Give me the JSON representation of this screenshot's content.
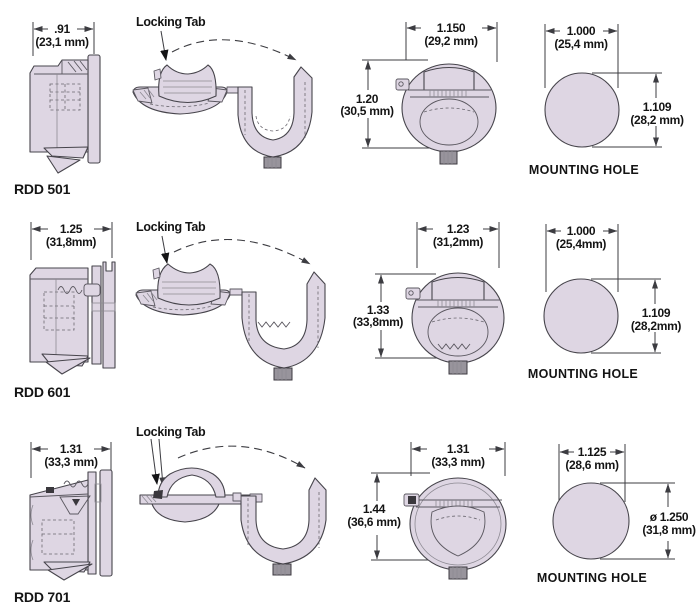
{
  "colors": {
    "background": "#ffffff",
    "part_fill": "#ded6e3",
    "part_outline": "#47454c",
    "dimension_lines": "#3c3c41",
    "text": "#141414",
    "dark_tab": "#98949c"
  },
  "rows": [
    {
      "model": "RDD 501",
      "side_view": {
        "width_in": ".91",
        "width_mm": "(23,1 mm)"
      },
      "locking_tab_label": "Locking Tab",
      "front_view": {
        "width_in": "1.150",
        "width_mm": "(29,2 mm)",
        "height_in": "1.20",
        "height_mm": "(30,5 mm)"
      },
      "mounting_hole": {
        "label": "MOUNTING HOLE",
        "width_in": "1.000",
        "width_mm": "(25,4 mm)",
        "height_in": "1.109",
        "height_mm": "(28,2 mm)"
      }
    },
    {
      "model": "RDD 601",
      "side_view": {
        "width_in": "1.25",
        "width_mm": "(31,8mm)"
      },
      "locking_tab_label": "Locking Tab",
      "front_view": {
        "width_in": "1.23",
        "width_mm": "(31,2mm)",
        "height_in": "1.33",
        "height_mm": "(33,8mm)"
      },
      "mounting_hole": {
        "label": "MOUNTING HOLE",
        "width_in": "1.000",
        "width_mm": "(25,4mm)",
        "height_in": "1.109",
        "height_mm": "(28,2mm)"
      }
    },
    {
      "model": "RDD 701",
      "side_view": {
        "width_in": "1.31",
        "width_mm": "(33,3 mm)"
      },
      "locking_tab_label": "Locking Tab",
      "front_view": {
        "width_in": "1.31",
        "width_mm": "(33,3 mm)",
        "height_in": "1.44",
        "height_mm": "(36,6 mm)"
      },
      "mounting_hole": {
        "label": "MOUNTING HOLE",
        "width_in": "1.125",
        "width_mm": "(28,6 mm)",
        "height_in": "ø 1.250",
        "height_mm": "(31,8 mm)"
      }
    }
  ]
}
